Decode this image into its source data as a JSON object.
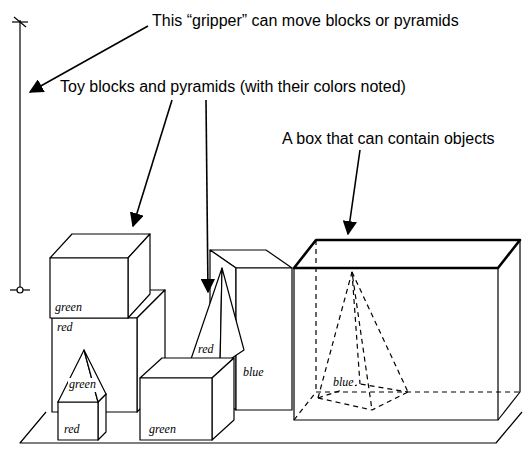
{
  "diagram": {
    "labels": [
      "This “gripper” can move blocks or pyramids",
      "Toy blocks and pyramids (with their colors noted)",
      "A box that can contain objects",
      "green",
      "red",
      "red",
      "green",
      "blue",
      "blue",
      "red",
      "green"
    ]
  }
}
